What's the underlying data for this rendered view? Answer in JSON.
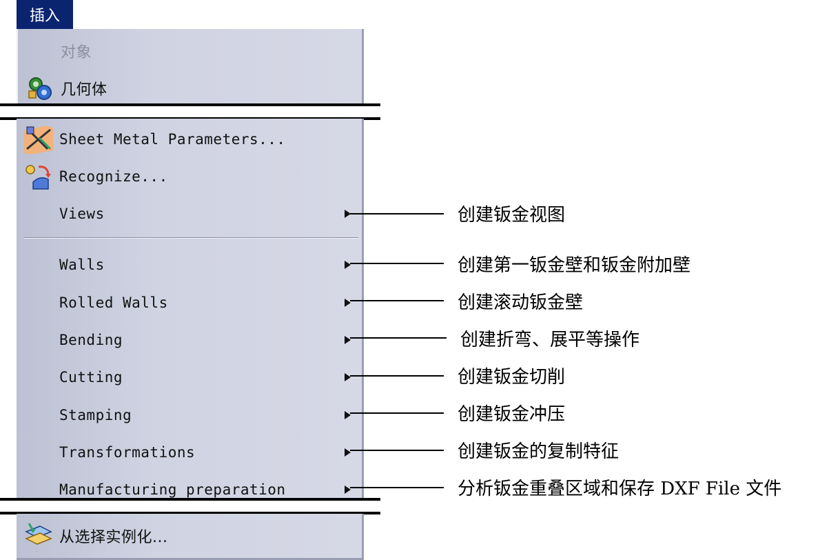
{
  "menu_title": "插入",
  "top_items": [
    {
      "label": "对象",
      "disabled": true,
      "icon": ""
    },
    {
      "label": "几何体",
      "disabled": false,
      "icon": "geometry-body-icon"
    }
  ],
  "mid_items": [
    {
      "label": "Sheet Metal Parameters...",
      "icon": "sheet-metal-parameters-icon",
      "submenu": false
    },
    {
      "label": "Recognize...",
      "icon": "recognize-icon",
      "submenu": false
    },
    {
      "label": "Views",
      "icon": "",
      "submenu": true
    },
    {
      "label": "Walls",
      "icon": "",
      "submenu": true
    },
    {
      "label": "Rolled Walls",
      "icon": "",
      "submenu": true
    },
    {
      "label": "Bending",
      "icon": "",
      "submenu": true
    },
    {
      "label": "Cutting",
      "icon": "",
      "submenu": true
    },
    {
      "label": "Stamping",
      "icon": "",
      "submenu": true
    },
    {
      "label": "Transformations",
      "icon": "",
      "submenu": true
    },
    {
      "label": "Manufacturing preparation",
      "icon": "",
      "submenu": true
    }
  ],
  "bottom_items": [
    {
      "label": "从选择实例化...",
      "icon": "instantiate-from-selection-icon"
    }
  ],
  "callouts": [
    "创建钣金视图",
    "创建第一钣金壁和钣金附加壁",
    "创建滚动钣金壁",
    "创建折弯、展平等操作",
    "创建钣金切削",
    "创建钣金冲压",
    "创建钣金的复制特征",
    "分析钣金重叠区域和保存 DXF File 文件"
  ],
  "colors": {
    "menu_title_bg": "#0a2470",
    "menu_bg": "#d0d3e2",
    "disabled_text": "#8d8fa0"
  }
}
